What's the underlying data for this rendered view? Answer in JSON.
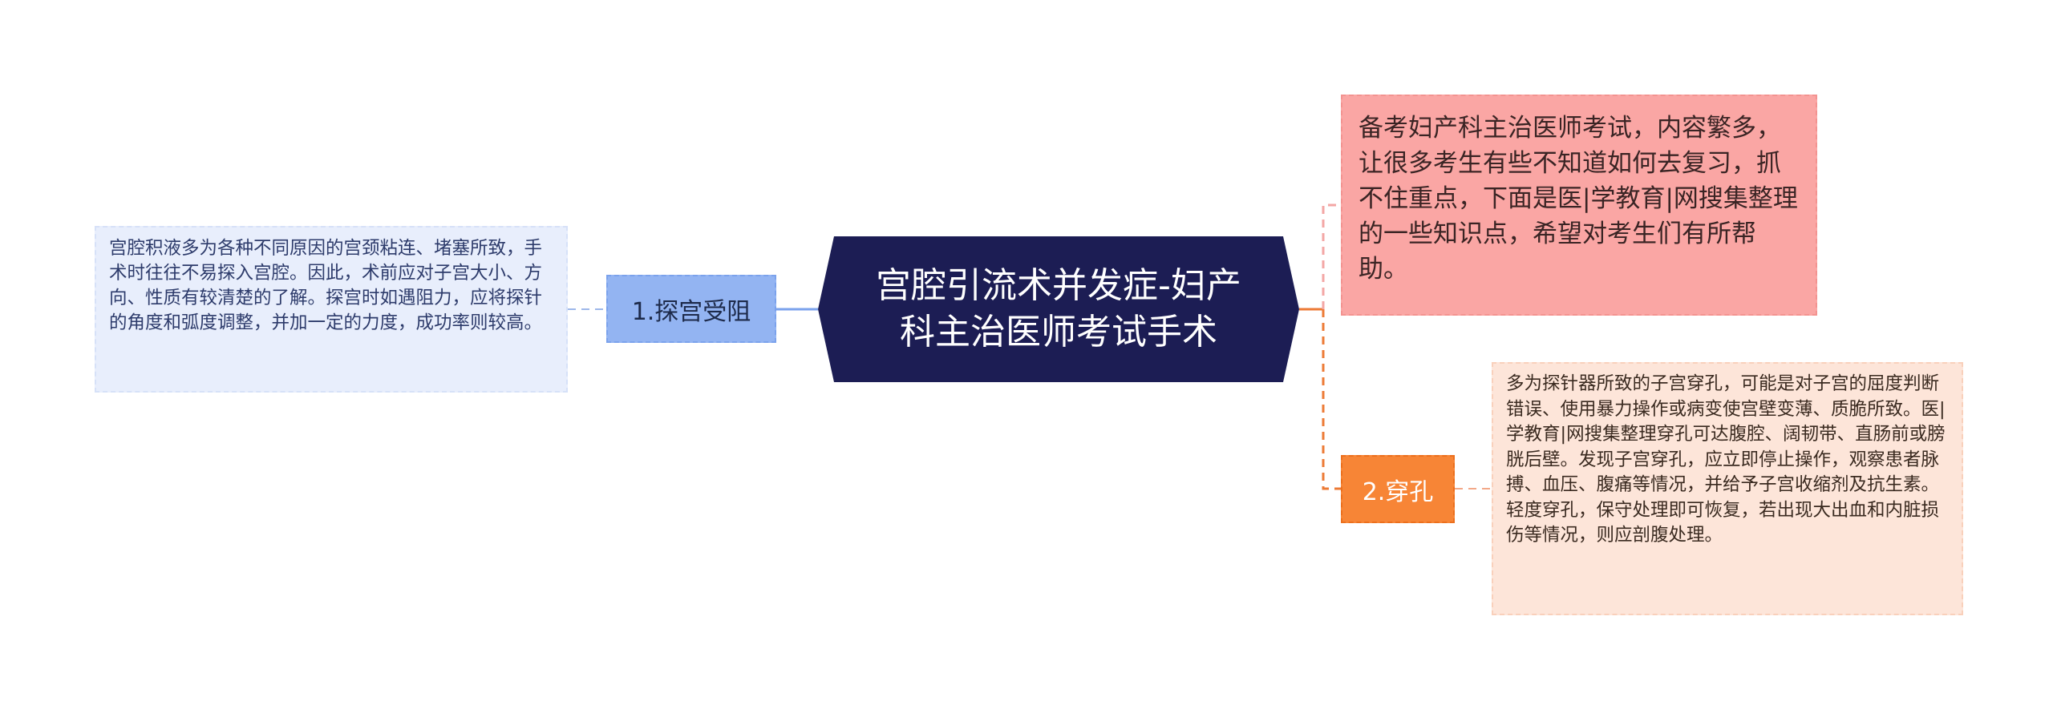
{
  "root": {
    "title": "宫腔引流术并发症-妇产科主治医师考试手术"
  },
  "intro": {
    "text": "备考妇产科主治医师考试，内容繁多，让很多考生有些不知道如何去复习，抓不住重点，下面是医|学教育|网搜集整理的一些知识点，希望对考生们有所帮助。"
  },
  "branches": [
    {
      "label": "1.探宫受阻",
      "detail": "宫腔积液多为各种不同原因的宫颈粘连、堵塞所致，手术时往往不易探入宫腔。因此，术前应对子宫大小、方向、性质有较清楚的了解。探宫时如遇阻力，应将探针的角度和弧度调整，并加一定的力度，成功率则较高。"
    },
    {
      "label": "2.穿孔",
      "detail": "多为探针器所致的子宫穿孔，可能是对子宫的屈度判断错误、使用暴力操作或病变使宫壁变薄、质脆所致。医|学教育|网搜集整理穿孔可达腹腔、阔韧带、直肠前或膀胱后壁。发现子宫穿孔，应立即停止操作，观察患者脉搏、血压、腹痛等情况，并给予子宫收缩剂及抗生素。轻度穿孔，保守处理即可恢复，若出现大出血和内脏损伤等情况，则应剖腹处理。"
    }
  ],
  "colors": {
    "root_bg": "#1c1d54",
    "left_branch": "#93b4f2",
    "left_leaf": "#e8eefc",
    "intro_bg": "#faa6a4",
    "right_branch": "#f78536",
    "right_leaf": "#fde5d9"
  }
}
